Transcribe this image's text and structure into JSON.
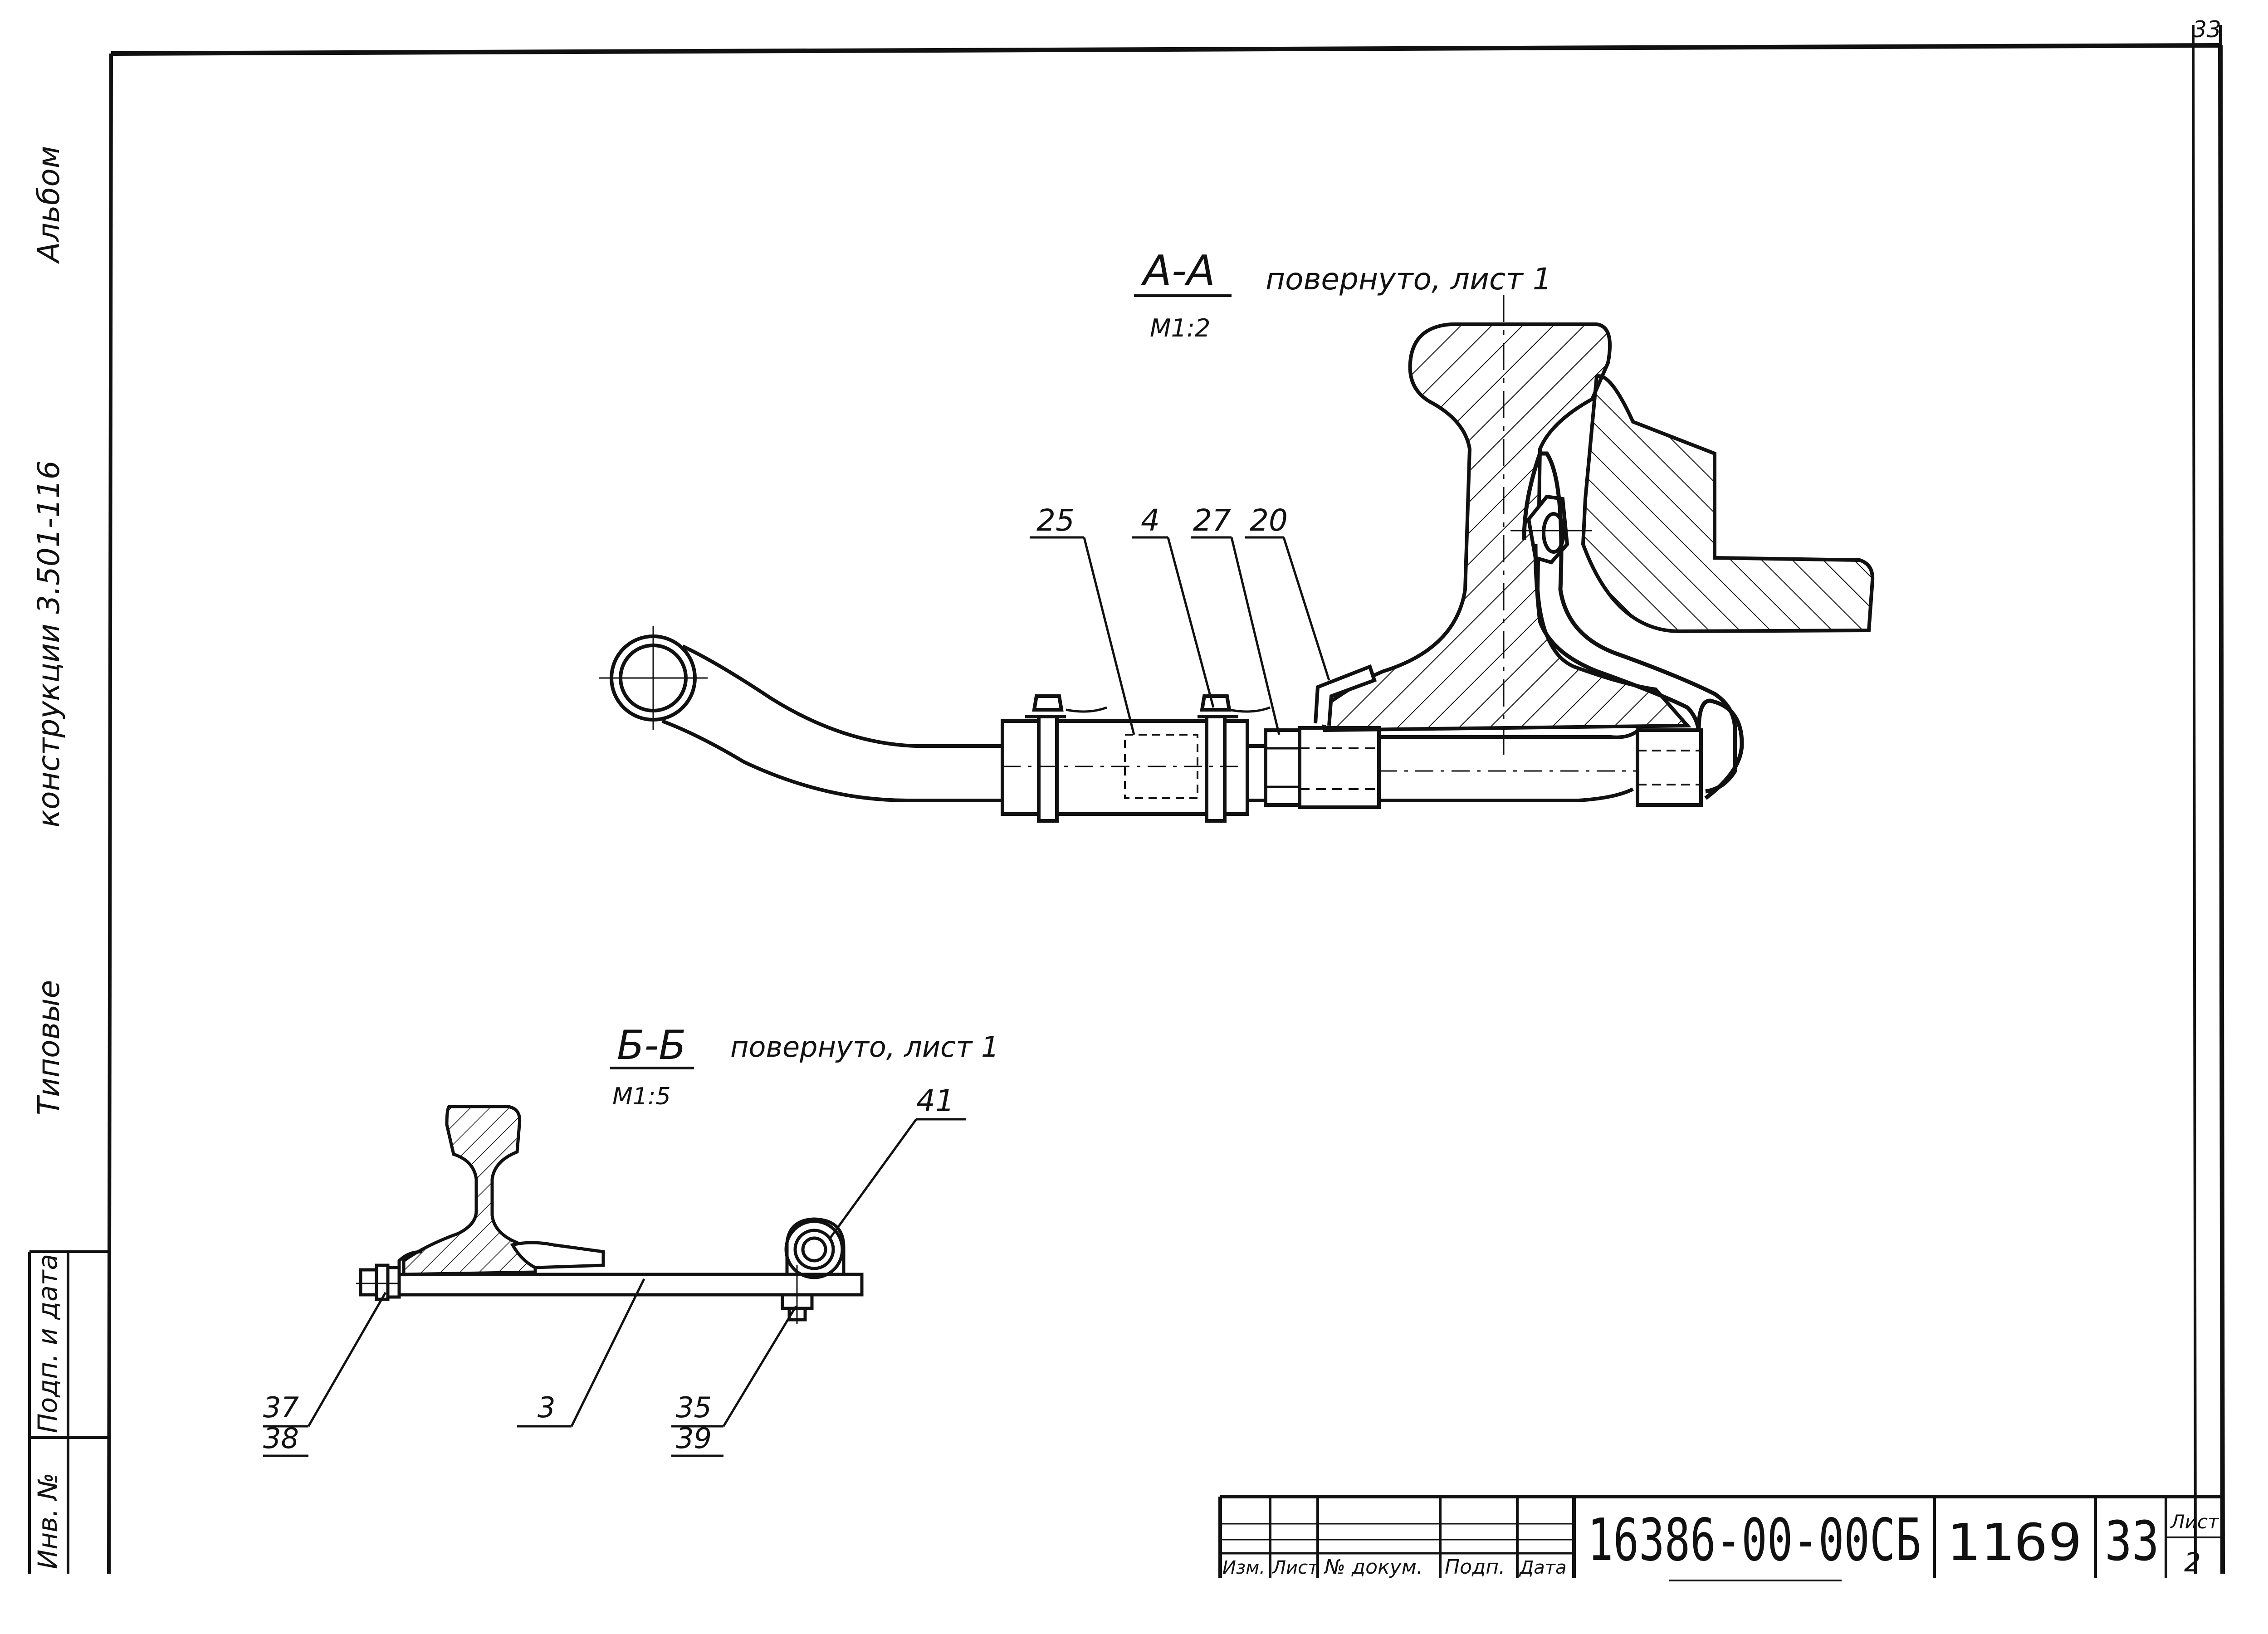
{
  "side_strip": {
    "line1": "Альбом",
    "line2": "конструкции 3.501-116",
    "line3": "Типовые"
  },
  "stamp_left": {
    "sign_date": "Подп. и дата",
    "inv_no": "Инв. №"
  },
  "section_a": {
    "label": "А-А",
    "note": "повернуто, лист 1",
    "scale": "М1:2",
    "callouts": [
      "25",
      "4",
      "27",
      "20"
    ]
  },
  "section_b": {
    "label": "Б-Б",
    "note": "повернуто, лист 1",
    "scale": "М1:5",
    "callouts": [
      "41",
      "37",
      "38",
      "3",
      "35",
      "39"
    ]
  },
  "title_block": {
    "headers": [
      "Изм.",
      "Лист",
      "№ докум.",
      "Подп.",
      "Дата"
    ],
    "doc_number": "16386-00-00СБ",
    "code": "1169",
    "sheet_num_big": "33",
    "sheet_label": "Лист",
    "sheet_value": "2"
  },
  "corner_mark": "33"
}
